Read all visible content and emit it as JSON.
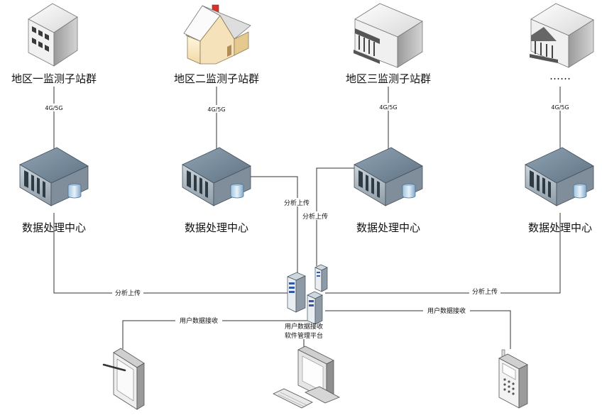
{
  "sites": [
    {
      "label": "地区一监测子站群",
      "link": "4G/5G"
    },
    {
      "label": "地区二监测子站群",
      "link": "4G/5G"
    },
    {
      "label": "地区三监测子站群",
      "link": "4G/5G"
    },
    {
      "label": "……",
      "link": "4G/5G"
    }
  ],
  "centers": [
    {
      "label": "数据处理中心"
    },
    {
      "label": "数据处理中心"
    },
    {
      "label": "数据处理中心"
    },
    {
      "label": "数据处理中心"
    }
  ],
  "upload_labels": [
    "分析上传",
    "分析上传",
    "分析上传",
    "分析上传"
  ],
  "platform": {
    "line1": "用户数据接收",
    "line2": "软件管理平台"
  },
  "receive_labels": [
    "用户数据接收",
    "用户数据接收"
  ],
  "devices": {
    "tablet": "tablet-icon",
    "desktop": "desktop-computer-icon",
    "phone": "mobile-phone-icon"
  }
}
